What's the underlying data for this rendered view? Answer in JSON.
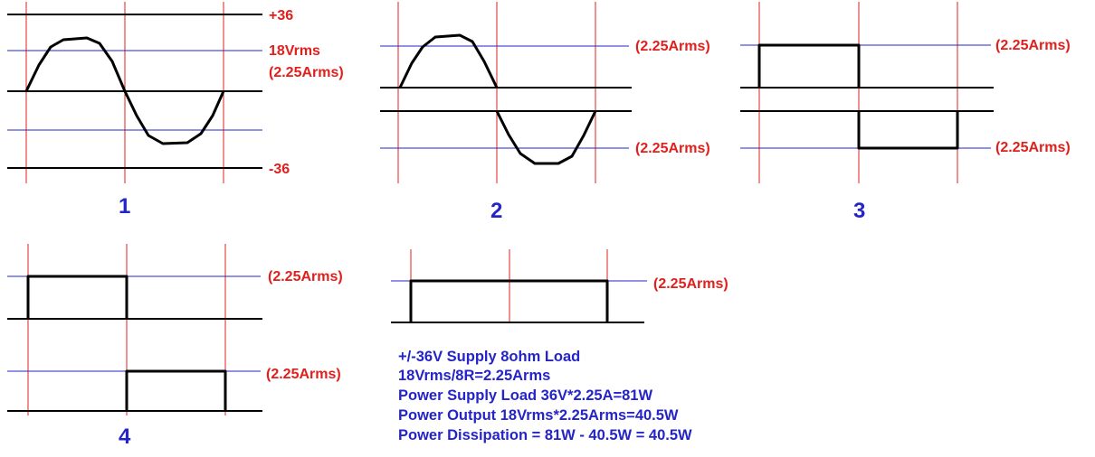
{
  "panel1": {
    "plus_label": "+36",
    "vrms_label": "18Vrms",
    "arms_label": "(2.25Arms)",
    "minus_label": "-36",
    "number": "1"
  },
  "panel2": {
    "top_label": "(2.25Arms)",
    "bottom_label": "(2.25Arms)",
    "number": "2"
  },
  "panel3": {
    "top_label": "(2.25Arms)",
    "bottom_label": "(2.25Arms)",
    "number": "3"
  },
  "panel4": {
    "top_label": "(2.25Arms)",
    "bottom_label": "(2.25Arms)",
    "number": "4"
  },
  "panel5": {
    "label": "(2.25Arms)"
  },
  "notes": [
    "+/-36V Supply  8ohm Load",
    "18Vrms/8R=2.25Arms",
    "Power Supply Load 36V*2.25A=81W",
    "Power Output 18Vrms*2.25Arms=40.5W",
    "Power Dissipation = 81W - 40.5W = 40.5W"
  ],
  "colors": {
    "label_red": "#e0201c",
    "label_blue": "#2424c8",
    "trace_black": "#000000"
  }
}
